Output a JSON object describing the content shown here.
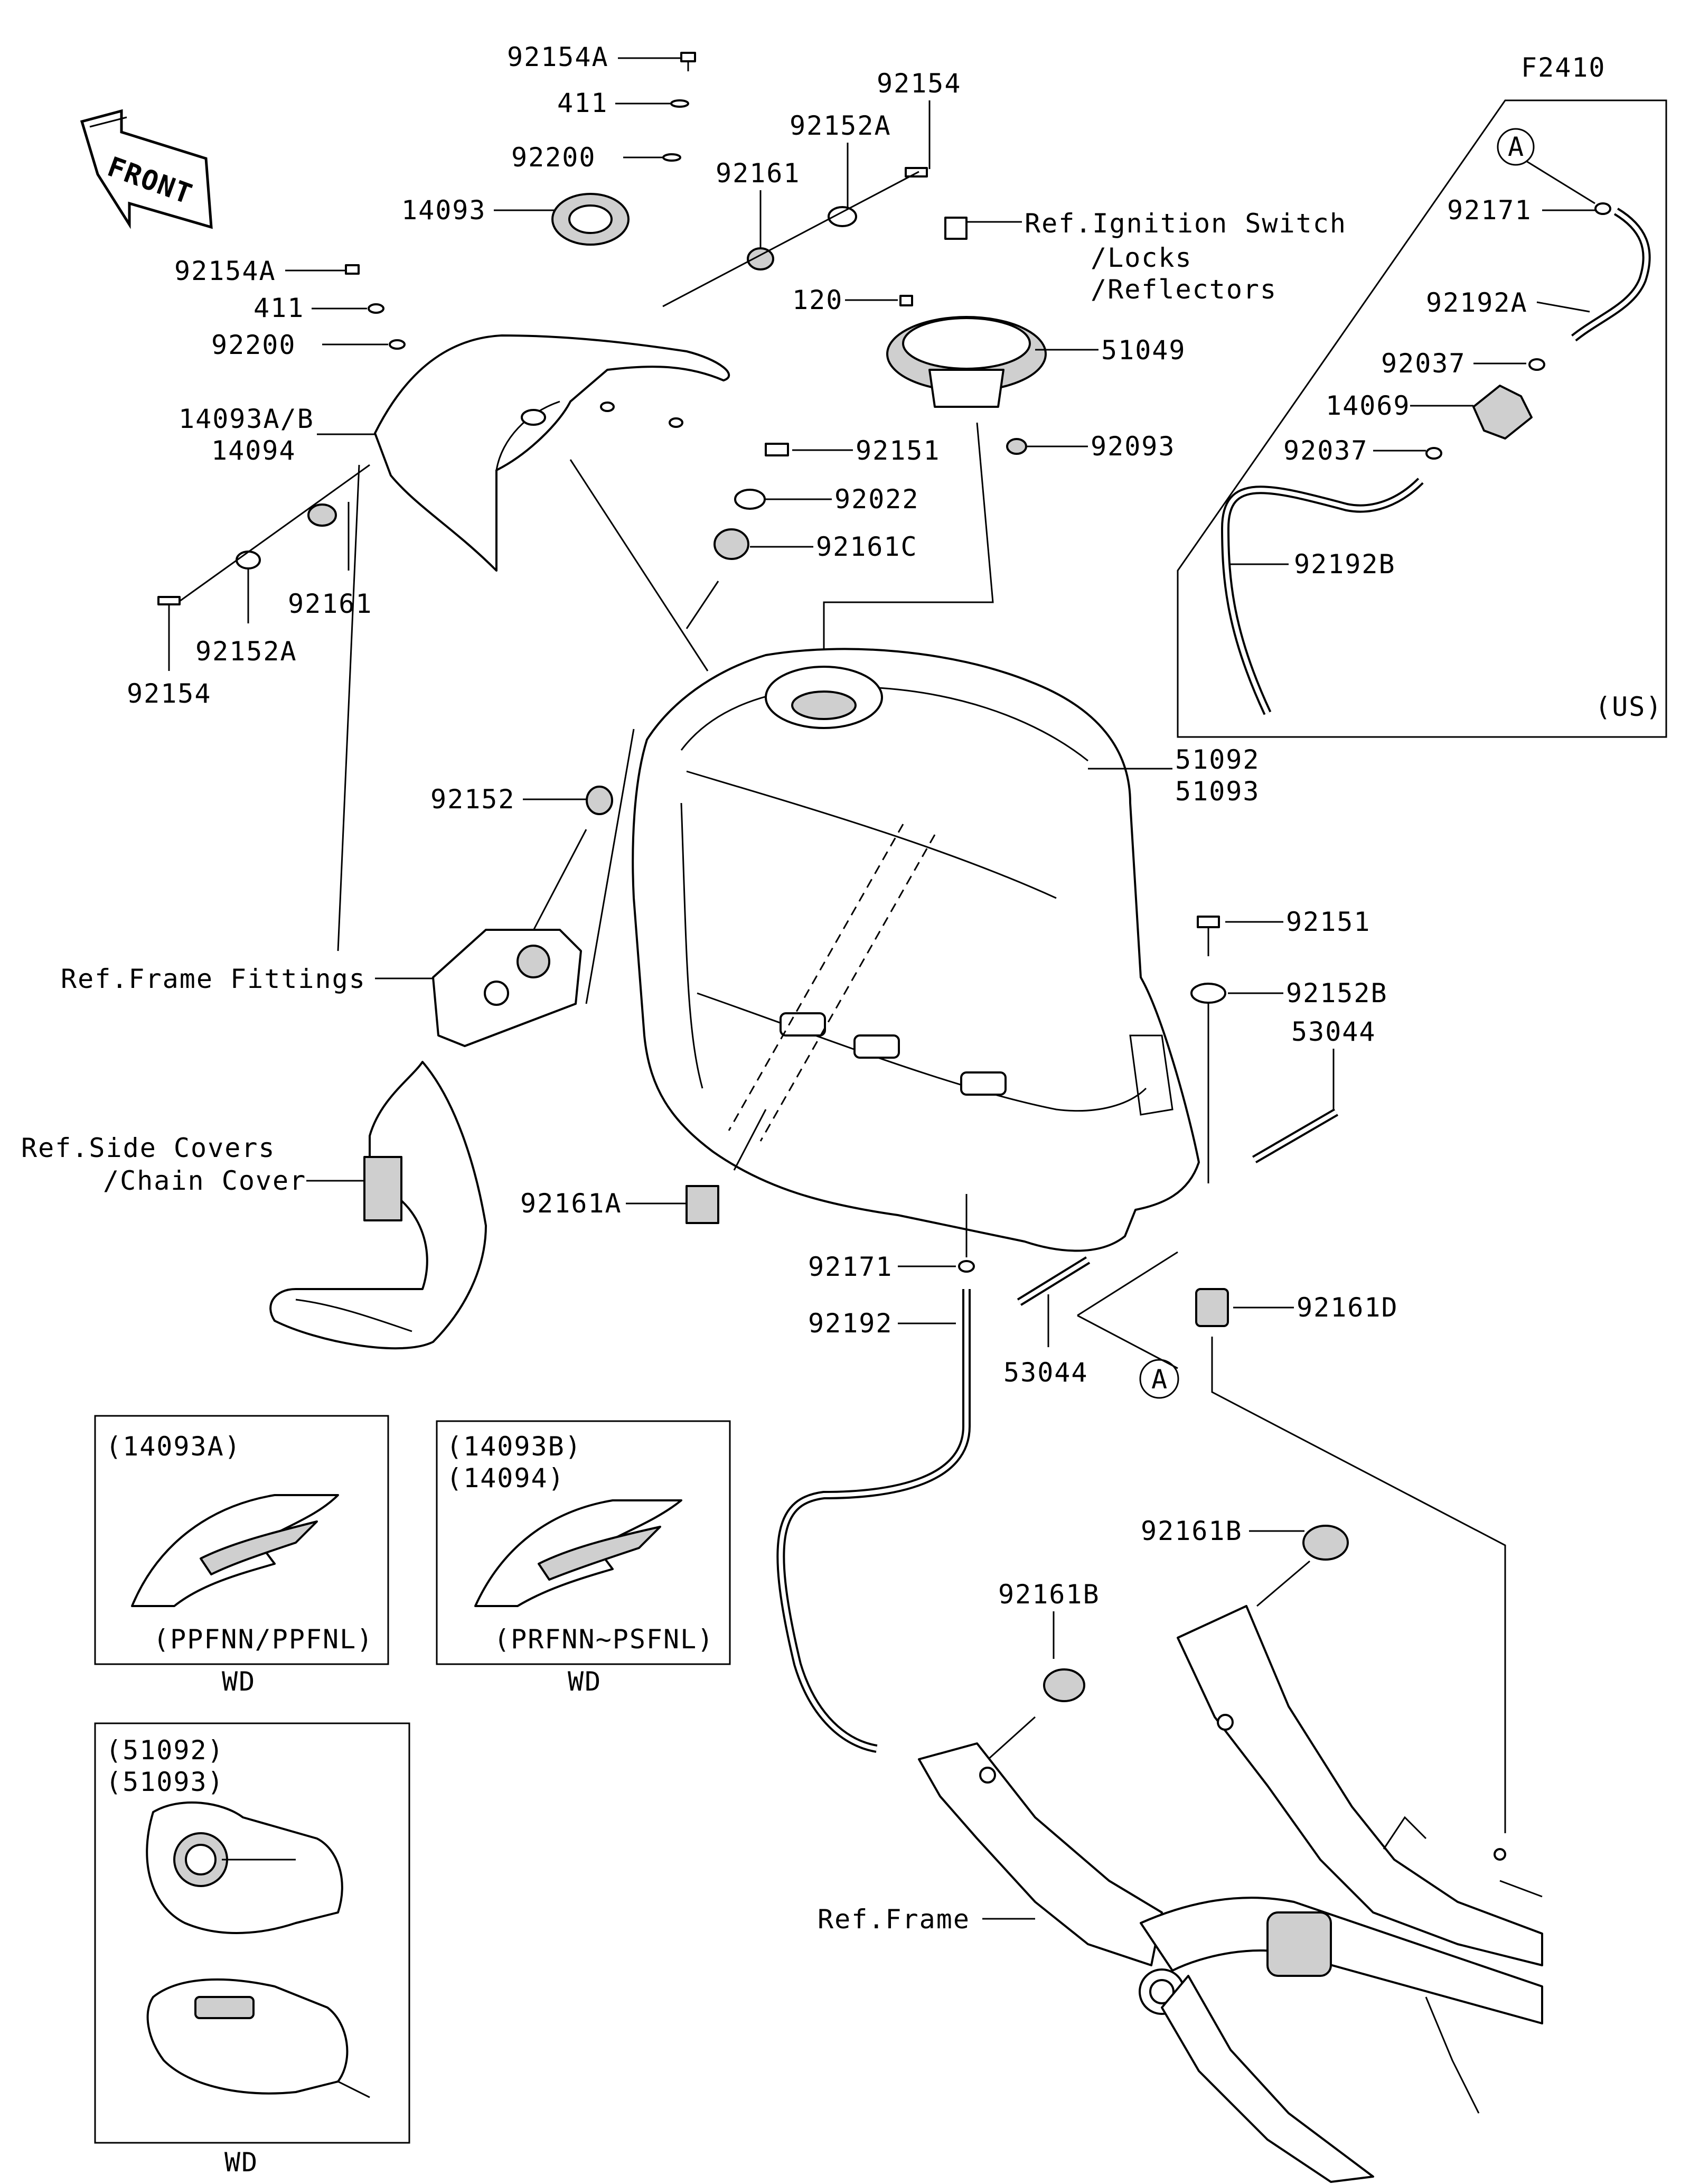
{
  "diagram_id": "F2410",
  "front_arrow": "FRONT",
  "callout_marker": "A",
  "labels": {
    "p92154A_top": "92154A",
    "p411_top": "411",
    "p92200_top": "92200",
    "p14093": "14093",
    "p92154A_left": "92154A",
    "p411_left": "411",
    "p92200_left": "92200",
    "p14093AB": "14093A/B",
    "p14094": "14094",
    "p92161_left": "92161",
    "p92152A_left": "92152A",
    "p92154_left": "92154",
    "p92154_top": "92154",
    "p92152A_top": "92152A",
    "p92161_top": "92161",
    "ref_ignition_1": "Ref.Ignition Switch",
    "ref_ignition_2": "/Locks",
    "ref_ignition_3": "/Reflectors",
    "p120": "120",
    "p51049": "51049",
    "p92093": "92093",
    "p92151_top": "92151",
    "p92022": "92022",
    "p92161C": "92161C",
    "p51092": "51092",
    "p51093": "51093",
    "p92152": "92152",
    "ref_frame_fittings": "Ref.Frame Fittings",
    "ref_side_covers_1": "Ref.Side Covers",
    "ref_side_covers_2": "/Chain Cover",
    "p92161A": "92161A",
    "p92151_right": "92151",
    "p92152B": "92152B",
    "p53044_right": "53044",
    "p92171_mid": "92171",
    "p92192": "92192",
    "p53044_mid": "53044",
    "p92161D": "92161D",
    "p92161B_a": "92161B",
    "p92161B_b": "92161B",
    "ref_frame": "Ref.Frame"
  },
  "us_box": {
    "tag": "(US)",
    "marker": "A",
    "p92171": "92171",
    "p92192A": "92192A",
    "p92037_a": "92037",
    "p14069": "14069",
    "p92037_b": "92037",
    "p92192B": "92192B"
  },
  "insets": [
    {
      "codes": [
        "(14093A)"
      ],
      "variant": "(PPFNN/PPFNL)",
      "region": "WD"
    },
    {
      "codes": [
        "(14093B)",
        "(14094)"
      ],
      "variant": "(PRFNN~PSFNL)",
      "region": "WD"
    },
    {
      "codes": [
        "(51092)",
        "(51093)"
      ],
      "variant": "",
      "region": "WD"
    }
  ]
}
